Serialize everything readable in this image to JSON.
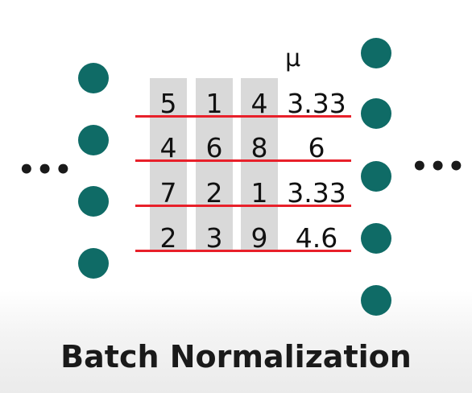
{
  "diagram": {
    "ellipsis_left": "•••",
    "ellipsis_right": "•••",
    "mean_header": "μ",
    "rows": [
      {
        "values": [
          "5",
          "1",
          "4"
        ],
        "mean": "3.33"
      },
      {
        "values": [
          "4",
          "6",
          "8"
        ],
        "mean": "6"
      },
      {
        "values": [
          "7",
          "2",
          "1"
        ],
        "mean": "3.33"
      },
      {
        "values": [
          "2",
          "3",
          "9"
        ],
        "mean": "4.6"
      }
    ],
    "caption": "Batch Normalization"
  },
  "colors": {
    "node": "#0f6b66",
    "rule": "#e8202a",
    "column_shade": "#d9d9d9",
    "text": "#111111"
  },
  "icons": {
    "node": "filled-circle",
    "ellipsis": "three-dots"
  }
}
